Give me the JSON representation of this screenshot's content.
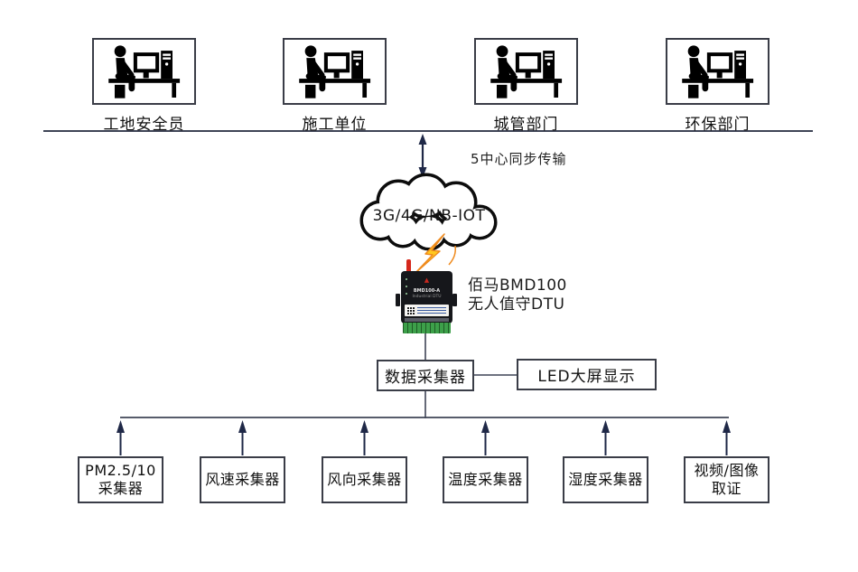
{
  "top_row": [
    {
      "label": "工地安全员"
    },
    {
      "label": "施工单位"
    },
    {
      "label": "城管部门"
    },
    {
      "label": "环保部门"
    }
  ],
  "sync_link": {
    "label": "5中心同步传输"
  },
  "cloud": {
    "label": "3G/4G/NB-IOT"
  },
  "device": {
    "name_line1": "佰马BMD100",
    "name_line2": "无人值守DTU",
    "model": "BMD100-A",
    "model_sub": "Industrial DTU",
    "brand_mark": "▲"
  },
  "hub": {
    "collector_label": "数据采集器",
    "led_label": "LED大屏显示"
  },
  "sensors": [
    {
      "line1": "PM2.5/10",
      "line2": "采集器"
    },
    {
      "line1": "风速采集器",
      "line2": ""
    },
    {
      "line1": "风向采集器",
      "line2": ""
    },
    {
      "line1": "温度采集器",
      "line2": ""
    },
    {
      "line1": "湿度采集器",
      "line2": ""
    },
    {
      "line1": "视频/图像",
      "line2": "取证"
    }
  ],
  "icons": {
    "operator": "person-at-computer-icon",
    "cloud": "network-cloud-shape",
    "lightning": "wireless-signal-bolt-icon",
    "antenna": "antenna-icon"
  },
  "colors": {
    "background": "#ffffff",
    "separator_line": "#3f4456",
    "connector_line": "#3f4456",
    "arrow": "#1f2847",
    "box_border": "#3a3d47",
    "text": "#111111",
    "device_body": "#16171b",
    "antenna_red": "#d5281c",
    "lightning_yellow": "#ffc81e",
    "lightning_edge": "#ef8a1d",
    "terminal_green": "#2a6e31"
  }
}
